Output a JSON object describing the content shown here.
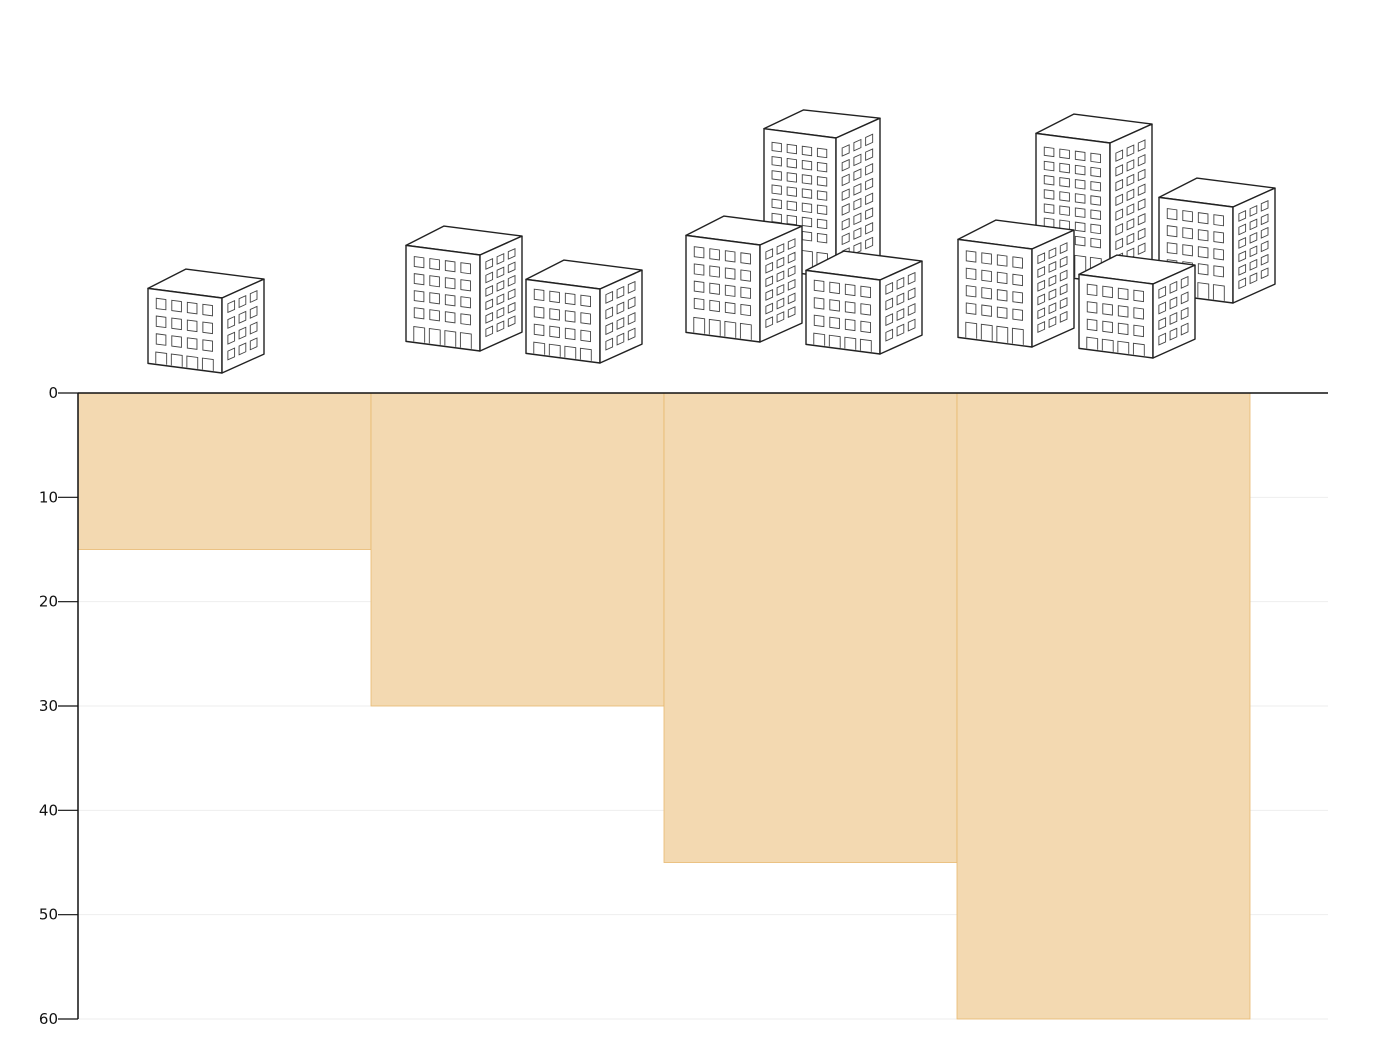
{
  "chart_data": {
    "type": "bar",
    "orientation": "downward",
    "categories": [
      "",
      "",
      "",
      ""
    ],
    "values": [
      15,
      30,
      45,
      60
    ],
    "building_counts": [
      1,
      2,
      3,
      4
    ],
    "title": "",
    "xlabel": "",
    "ylabel": "",
    "ylim": [
      0,
      60
    ],
    "yticks": [
      0,
      10,
      20,
      30,
      40,
      50,
      60
    ],
    "grid": true,
    "legend": "none",
    "colors": {
      "bar_fill": "#f3d9b1",
      "bar_edge": "#e8b86e",
      "axis": "#111111",
      "grid": "#eeeeee",
      "building_front": "#ffffff",
      "building_side": "#ffffff",
      "building_top": "#ffffff"
    },
    "icons": [
      "office-building-icon"
    ]
  }
}
